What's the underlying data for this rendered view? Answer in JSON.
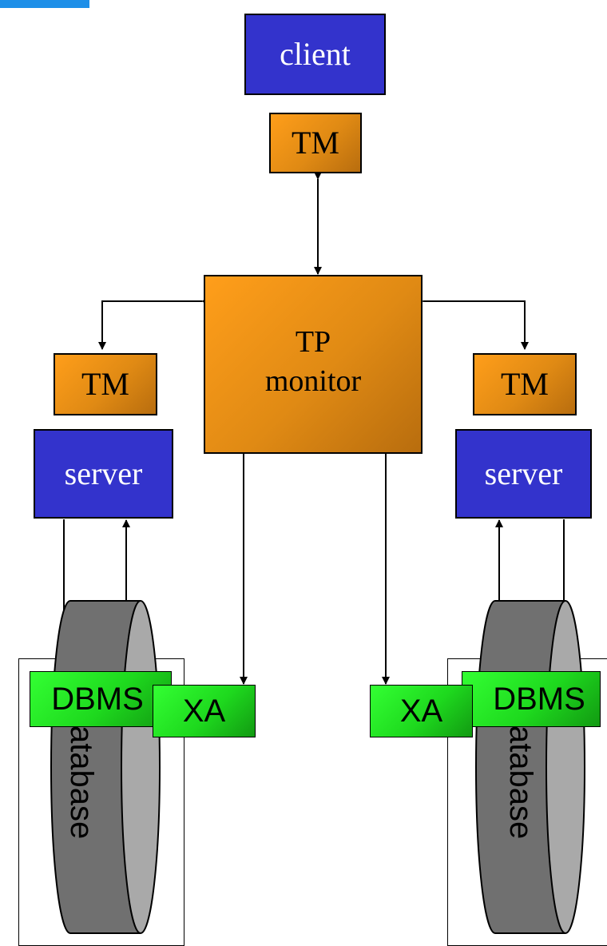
{
  "diagram": {
    "client": "client",
    "tm_top": "TM",
    "tp_monitor": {
      "line1": "TP",
      "line2": "monitor"
    },
    "tm_left": "TM",
    "tm_right": "TM",
    "server_left": "server",
    "server_right": "server",
    "dbms_left": "DBMS",
    "dbms_right": "DBMS",
    "xa_left": "XA",
    "xa_right": "XA",
    "database_left": "database",
    "database_right": "database"
  },
  "colors": {
    "blue": "#3333cc",
    "orange": "#f5930f",
    "green": "#22ee22",
    "gray": "#707070",
    "accent_tab": "#1e8fe8"
  }
}
